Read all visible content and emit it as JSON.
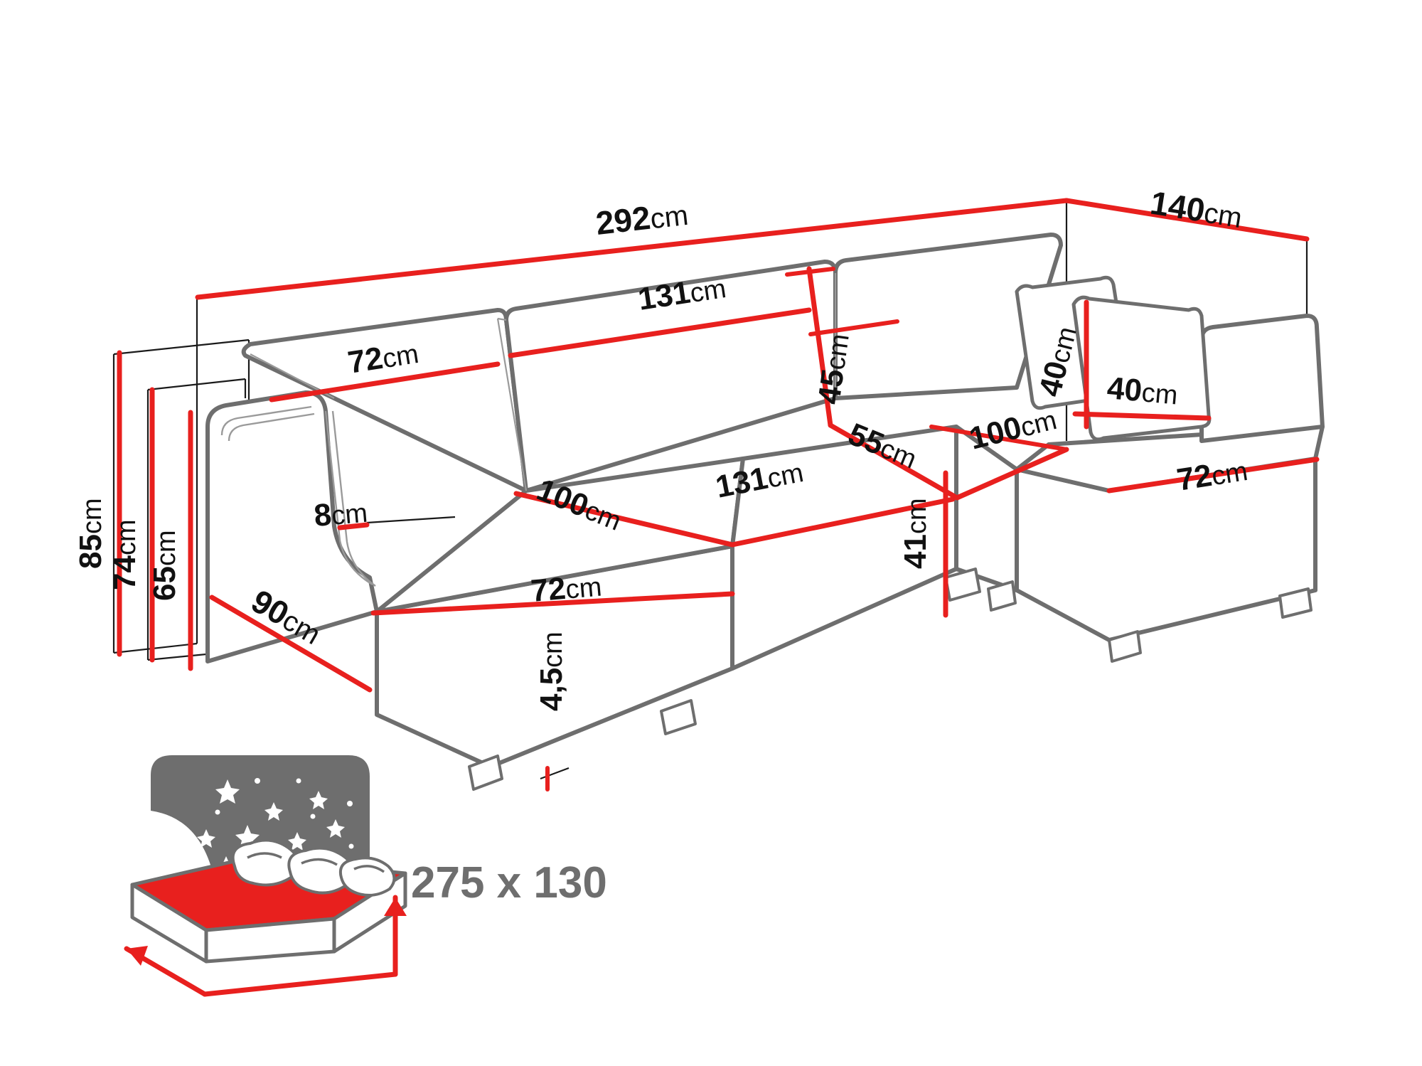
{
  "diagram": {
    "title": "Sofa dimension technical drawing",
    "colors": {
      "dimension_red": "#e8201e",
      "outline_gray": "#6e6e6e",
      "outline_light": "#9a9a9a",
      "thin_black": "#1a1a1a",
      "bed_label_gray": "#6e6e6e",
      "bed_mattress_red": "#e8201e",
      "night_panel_gray": "#6e6e6e",
      "background": "#ffffff"
    },
    "unit": "cm"
  },
  "dimensions": {
    "overall_width": {
      "value": "292",
      "unit": "cm",
      "orientation": "horizontal"
    },
    "overall_depth_right": {
      "value": "140",
      "unit": "cm",
      "orientation": "horizontal"
    },
    "backrest_section_width": {
      "value": "131",
      "unit": "cm",
      "orientation": "horizontal"
    },
    "left_backrest_width": {
      "value": "72",
      "unit": "cm",
      "orientation": "horizontal"
    },
    "backrest_height": {
      "value": "45",
      "unit": "cm",
      "orientation": "vertical"
    },
    "total_height": {
      "value": "85",
      "unit": "cm",
      "orientation": "vertical"
    },
    "back_height": {
      "value": "74",
      "unit": "cm",
      "orientation": "vertical"
    },
    "armrest_height": {
      "value": "65",
      "unit": "cm",
      "orientation": "vertical"
    },
    "armrest_width": {
      "value": "8",
      "unit": "cm",
      "orientation": "horizontal"
    },
    "chaise_depth": {
      "value": "90",
      "unit": "cm",
      "orientation": "diagonal"
    },
    "seat_depth_left": {
      "value": "100",
      "unit": "cm",
      "orientation": "diagonal"
    },
    "seat_width_center": {
      "value": "131",
      "unit": "cm",
      "orientation": "horizontal"
    },
    "chaise_seat_width": {
      "value": "72",
      "unit": "cm",
      "orientation": "horizontal"
    },
    "corner_seat_depth": {
      "value": "55",
      "unit": "cm",
      "orientation": "diagonal"
    },
    "right_seat_depth": {
      "value": "100",
      "unit": "cm",
      "orientation": "diagonal"
    },
    "seat_height": {
      "value": "41",
      "unit": "cm",
      "orientation": "vertical"
    },
    "leg_height": {
      "value": "4,5",
      "unit": "cm",
      "orientation": "vertical"
    },
    "right_seat_width": {
      "value": "72",
      "unit": "cm",
      "orientation": "horizontal"
    },
    "cushion_height": {
      "value": "40",
      "unit": "cm",
      "orientation": "diagonal-vertical"
    },
    "cushion_width": {
      "value": "40",
      "unit": "cm",
      "orientation": "diagonal-horizontal"
    }
  },
  "sleeping_area": {
    "label": "275 x 130",
    "icon": "bed-night-icon"
  },
  "icons": {
    "bed": "bed-icon",
    "night_sky": "night-sky-stars-icon",
    "pillows": "pillows-icon",
    "moon": "moon-icon"
  }
}
